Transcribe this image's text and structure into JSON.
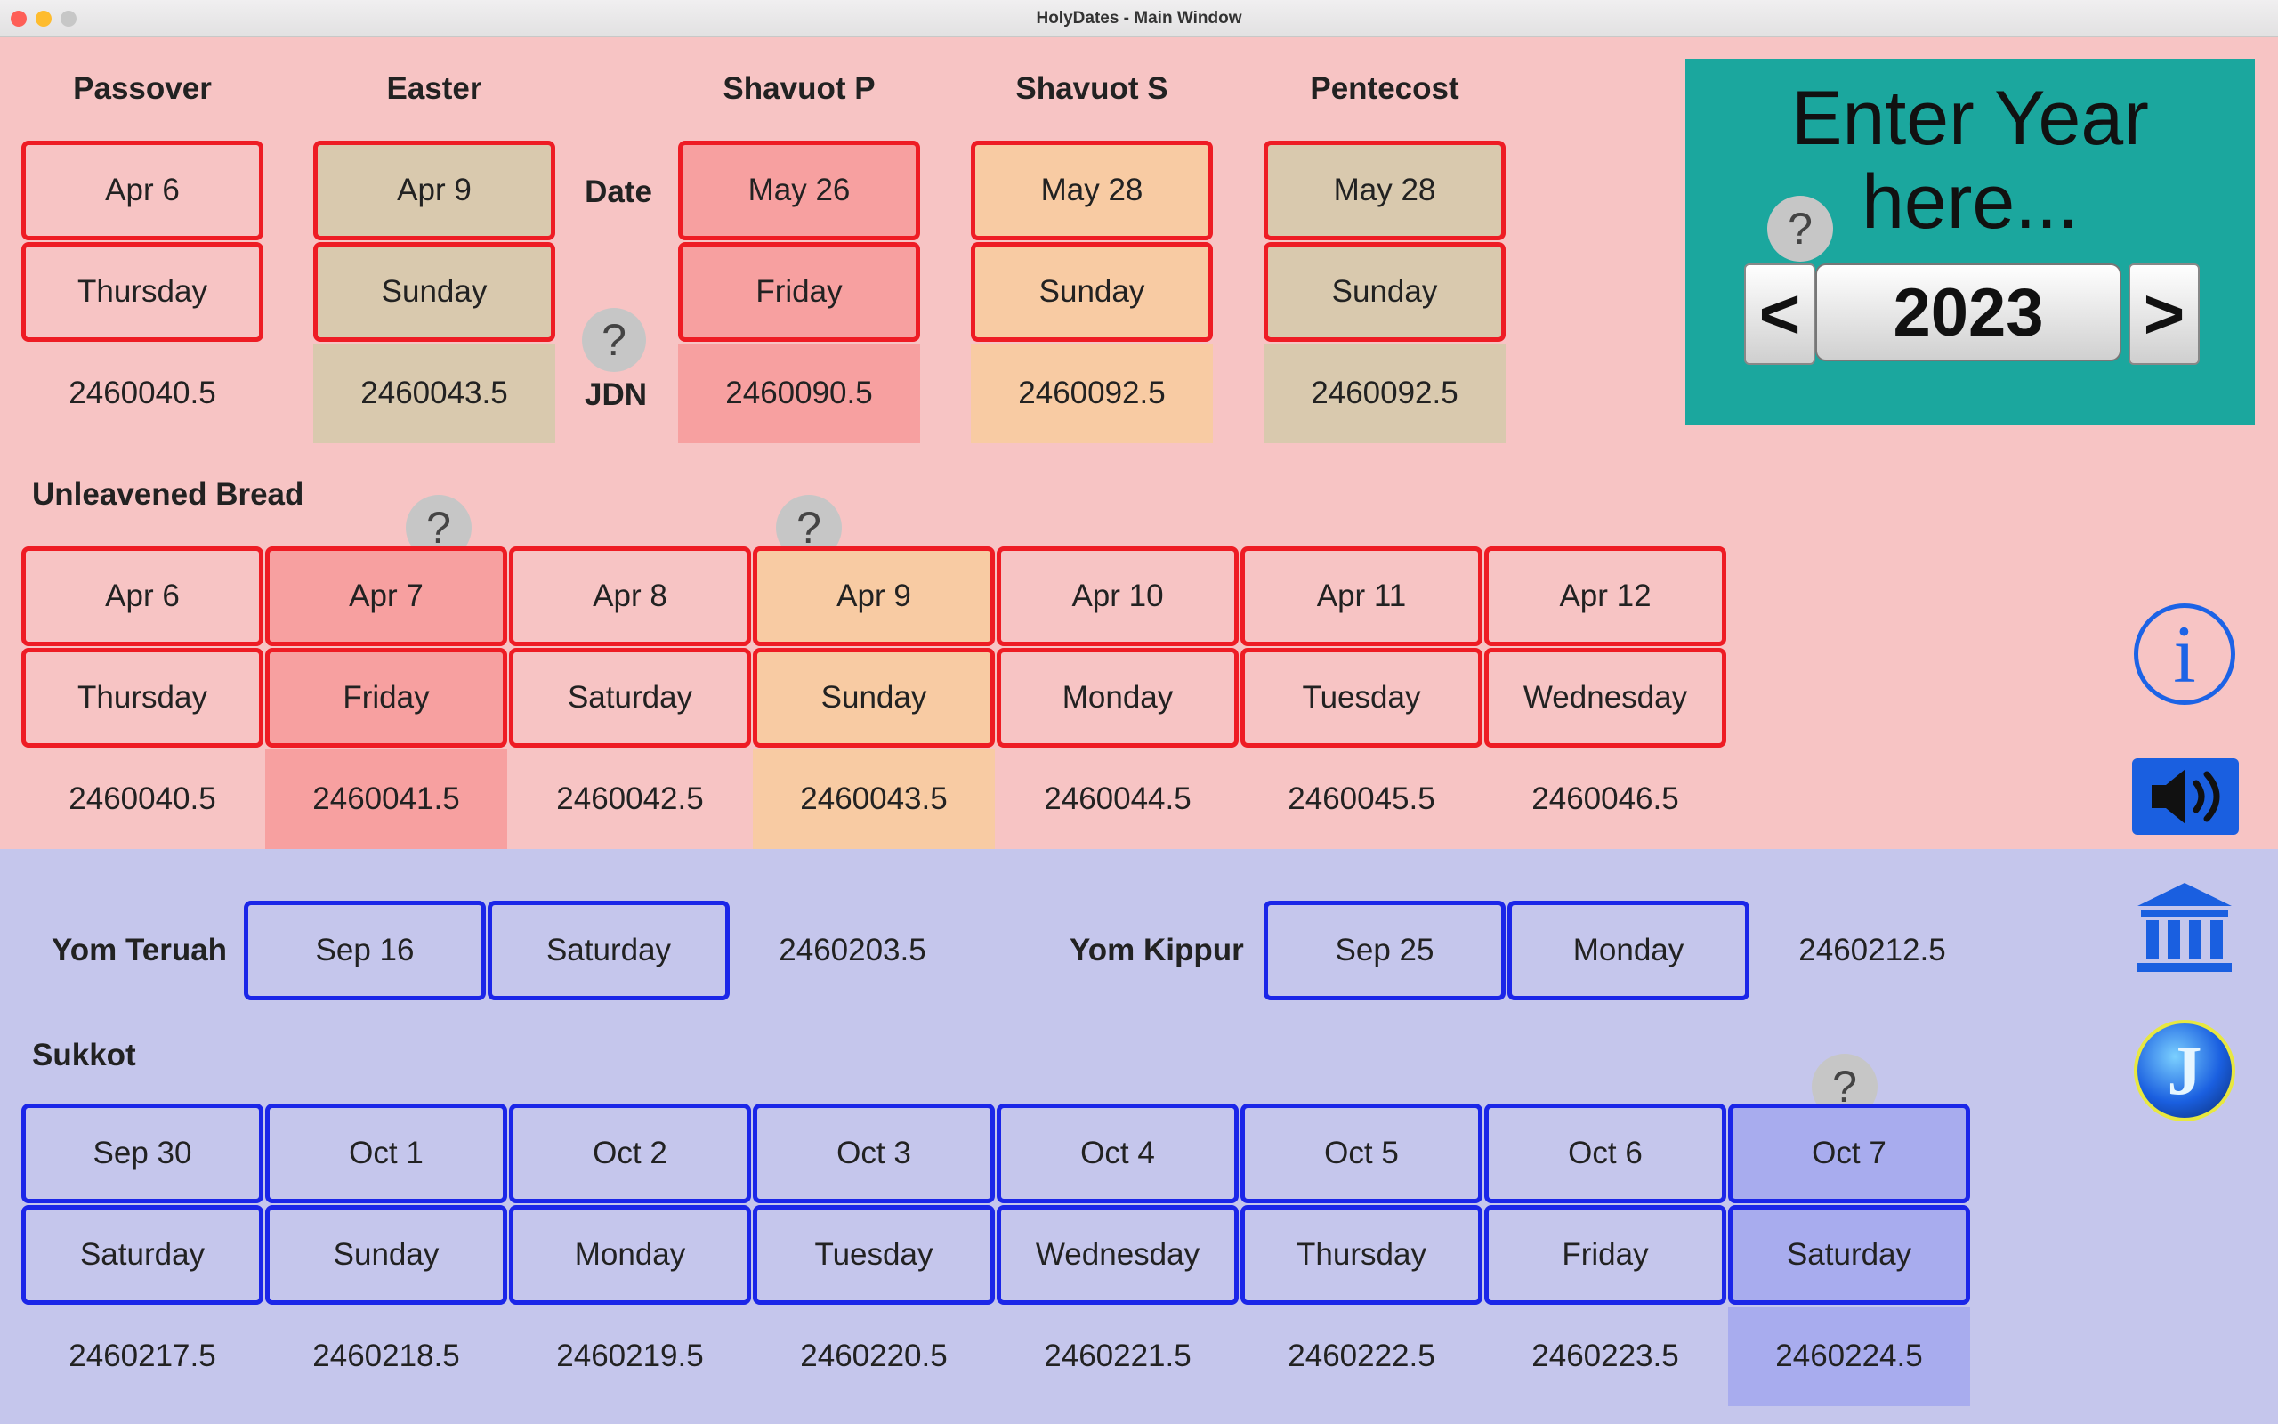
{
  "window": {
    "title": "HolyDates - Main Window"
  },
  "spring": {
    "headers": {
      "passover": "Passover",
      "easter": "Easter",
      "shavuot_p": "Shavuot P",
      "shavuot_s": "Shavuot S",
      "pentecost": "Pentecost"
    },
    "row_labels": {
      "date": "Date",
      "jdn": "JDN"
    },
    "passover": {
      "date": "Apr 6",
      "day": "Thursday",
      "jdn": "2460040.5"
    },
    "easter": {
      "date": "Apr 9",
      "day": "Sunday",
      "jdn": "2460043.5"
    },
    "shavuot_p": {
      "date": "May 26",
      "day": "Friday",
      "jdn": "2460090.5"
    },
    "shavuot_s": {
      "date": "May 28",
      "day": "Sunday",
      "jdn": "2460092.5"
    },
    "pentecost": {
      "date": "May 28",
      "day": "Sunday",
      "jdn": "2460092.5"
    }
  },
  "unleavened": {
    "title": "Unleavened Bread",
    "days": [
      {
        "date": "Apr 6",
        "day": "Thursday",
        "jdn": "2460040.5"
      },
      {
        "date": "Apr 7",
        "day": "Friday",
        "jdn": "2460041.5"
      },
      {
        "date": "Apr 8",
        "day": "Saturday",
        "jdn": "2460042.5"
      },
      {
        "date": "Apr 9",
        "day": "Sunday",
        "jdn": "2460043.5"
      },
      {
        "date": "Apr 10",
        "day": "Monday",
        "jdn": "2460044.5"
      },
      {
        "date": "Apr 11",
        "day": "Tuesday",
        "jdn": "2460045.5"
      },
      {
        "date": "Apr 12",
        "day": "Wednesday",
        "jdn": "2460046.5"
      }
    ]
  },
  "year_panel": {
    "title": "Enter Year here...",
    "prev": "<",
    "next": ">",
    "year": "2023"
  },
  "help_symbol": "?",
  "fall": {
    "yom_teruah": {
      "label": "Yom Teruah",
      "date": "Sep 16",
      "day": "Saturday",
      "jdn": "2460203.5"
    },
    "yom_kippur": {
      "label": "Yom Kippur",
      "date": "Sep 25",
      "day": "Monday",
      "jdn": "2460212.5"
    }
  },
  "sukkot": {
    "title": "Sukkot",
    "days": [
      {
        "date": "Sep 30",
        "day": "Saturday",
        "jdn": "2460217.5"
      },
      {
        "date": "Oct 1",
        "day": "Sunday",
        "jdn": "2460218.5"
      },
      {
        "date": "Oct 2",
        "day": "Monday",
        "jdn": "2460219.5"
      },
      {
        "date": "Oct 3",
        "day": "Tuesday",
        "jdn": "2460220.5"
      },
      {
        "date": "Oct 4",
        "day": "Wednesday",
        "jdn": "2460221.5"
      },
      {
        "date": "Oct 5",
        "day": "Thursday",
        "jdn": "2460222.5"
      },
      {
        "date": "Oct 6",
        "day": "Friday",
        "jdn": "2460223.5"
      },
      {
        "date": "Oct 7",
        "day": "Saturday",
        "jdn": "2460224.5"
      }
    ]
  },
  "side_buttons": {
    "info": {
      "icon": "info-icon",
      "glyph": "i"
    },
    "sound": {
      "icon": "speaker-icon"
    },
    "museum": {
      "icon": "museum-icon"
    },
    "logo": {
      "icon": "j-logo-icon",
      "glyph": "J"
    }
  },
  "colors": {
    "pink_bg": "#f7c4c4",
    "blue_bg": "#c5c6ec",
    "red_border": "#ee1c24",
    "blue_border": "#1b26e8",
    "easter_fill": "#d9c9ae",
    "friday_fill": "#f7a0a0",
    "sunday_fill": "#f8cba3",
    "oct7_fill": "#a8acee",
    "panel": "#1ba79e"
  }
}
